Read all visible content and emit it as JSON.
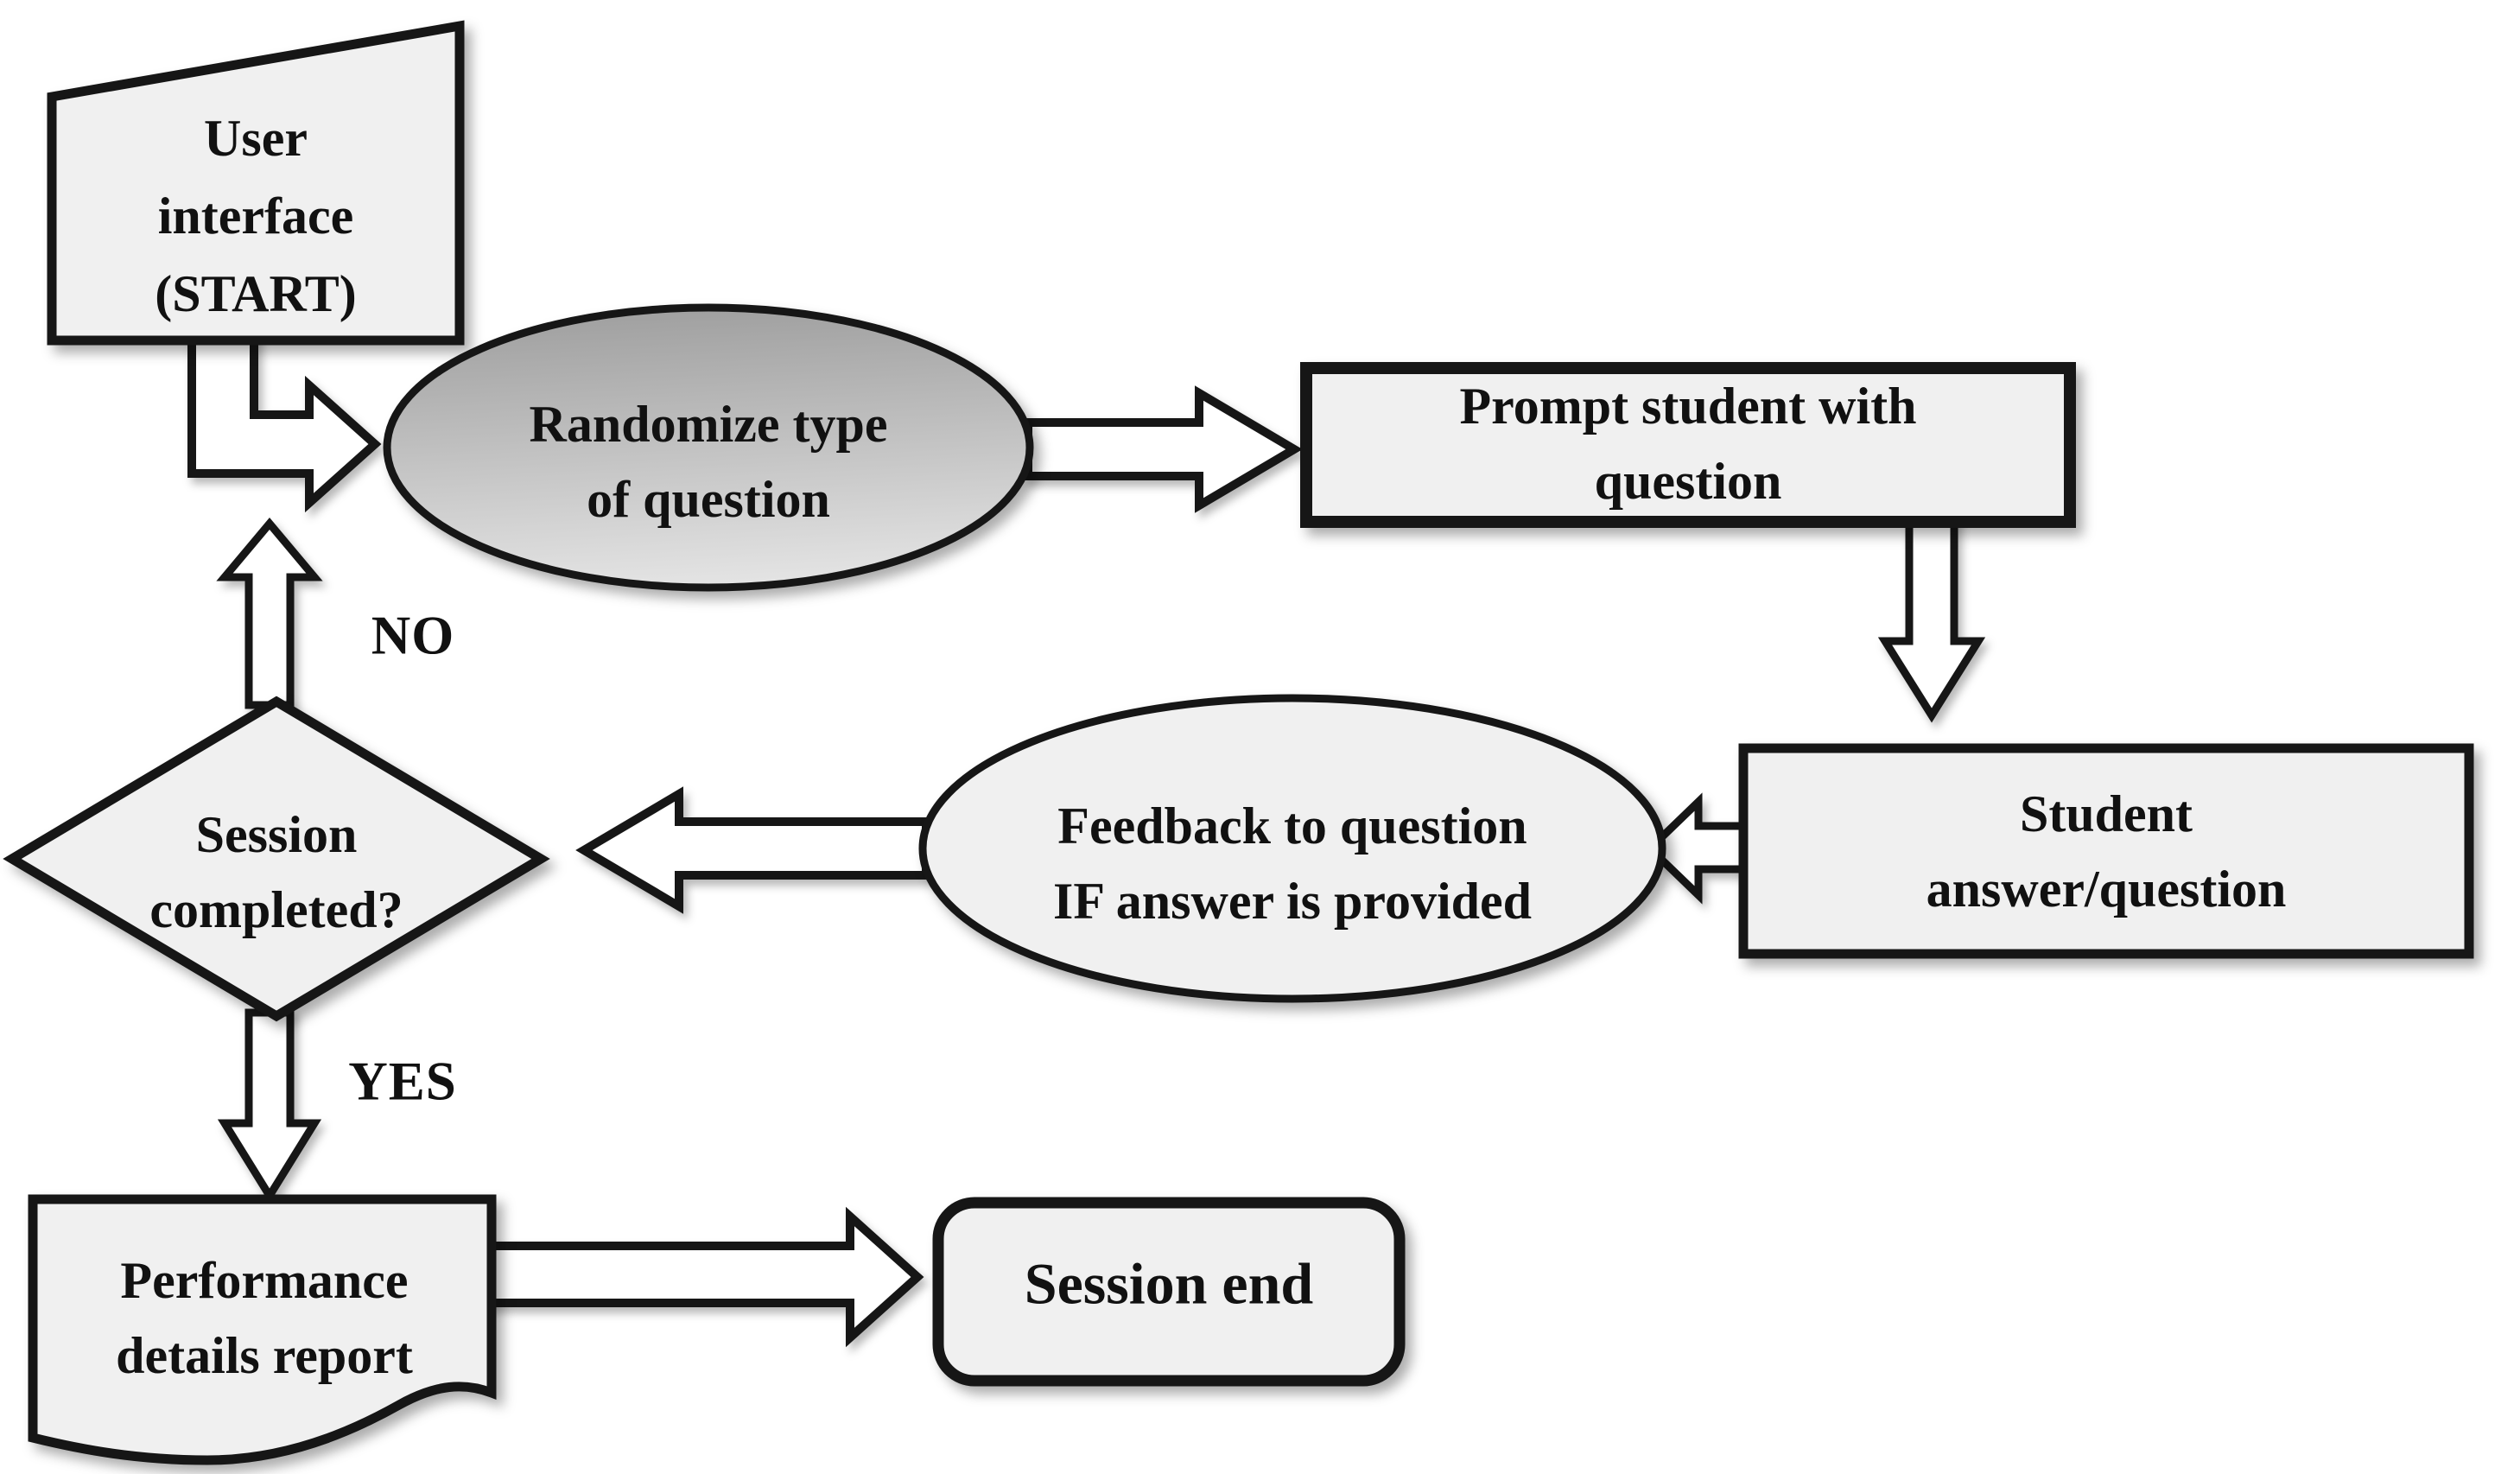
{
  "nodes": {
    "start": {
      "lines": [
        "User",
        "interface",
        "(START)"
      ]
    },
    "randomize": {
      "lines": [
        "Randomize type",
        "of question"
      ]
    },
    "prompt": {
      "lines": [
        "Prompt student with",
        "question"
      ]
    },
    "student": {
      "lines": [
        "Student answer/question"
      ]
    },
    "feedback": {
      "lines": [
        "Feedback to question",
        "IF answer is provided"
      ]
    },
    "decision": {
      "lines": [
        "Session",
        "completed?"
      ]
    },
    "report": {
      "lines": [
        "Performance",
        "details report"
      ]
    },
    "session_end": {
      "lines": [
        "Session end"
      ]
    }
  },
  "edge_labels": {
    "no": "NO",
    "yes": "YES"
  },
  "colors": {
    "background": "#ffffff",
    "node_fill": "#f0f0f0",
    "node_border": "#161616",
    "arrow_fill": "#ffffff",
    "gradient_top": "#9f9f9f",
    "gradient_bottom": "#e4e4e4",
    "text": "#111111"
  }
}
